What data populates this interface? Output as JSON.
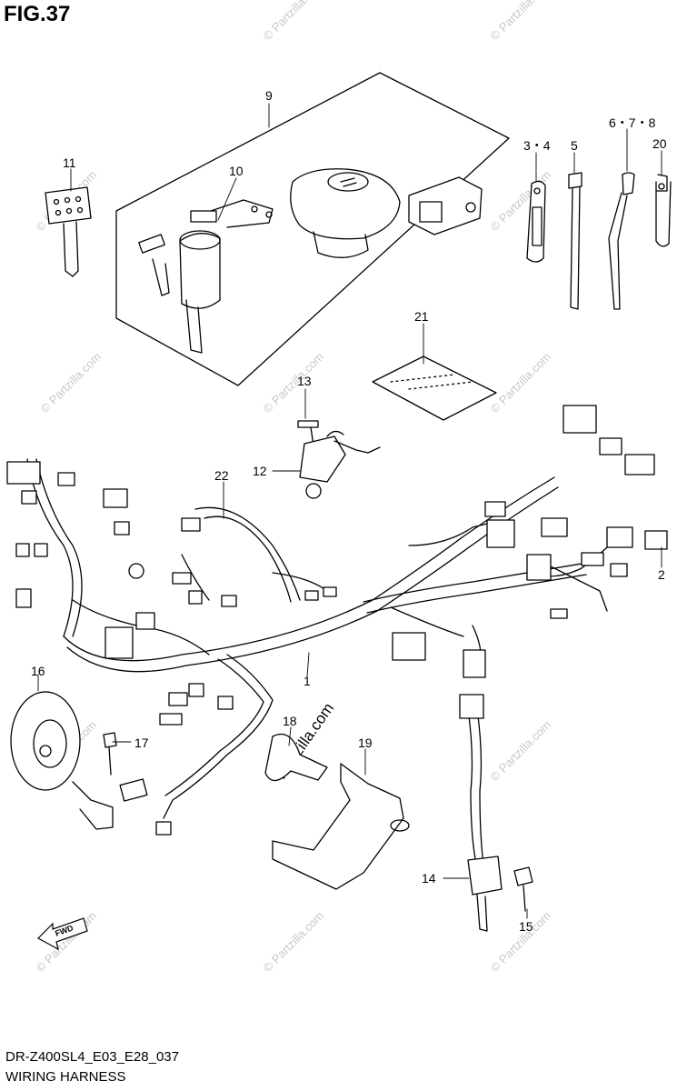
{
  "figure": {
    "title": "FIG.37",
    "code": "DR-Z400SL4_E03_E28_037",
    "name": "WIRING HARNESS"
  },
  "watermark": {
    "text": "© Partzilla.com",
    "main_text": "Partzilla.com"
  },
  "callouts": {
    "c1": "1",
    "c2": "2",
    "c3_4": "3・4",
    "c5": "5",
    "c6_7_8": "6・7・8",
    "c9": "9",
    "c10": "10",
    "c11": "11",
    "c12": "12",
    "c13": "13",
    "c14": "14",
    "c15": "15",
    "c16": "16",
    "c17": "17",
    "c18": "18",
    "c19": "19",
    "c20": "20",
    "c21": "21",
    "c22": "22"
  },
  "fwd_label": "FWD"
}
